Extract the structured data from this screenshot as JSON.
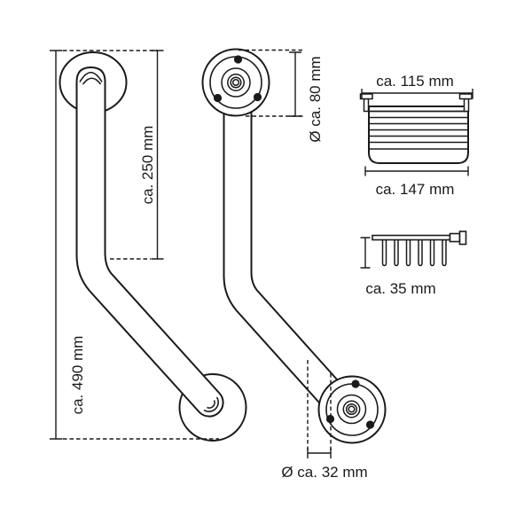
{
  "drawing": {
    "type": "technical-dimension-diagram",
    "subject": "angled grab bar with wire basket accessory",
    "colors": {
      "line": "#1a1a1a",
      "background": "#ffffff"
    },
    "labels": {
      "total_length": "ca. 490 mm",
      "upper_segment": "ca. 250 mm",
      "flange_diameter": "Ø ca. 80 mm",
      "basket_mount_width": "ca. 115 mm",
      "basket_width": "ca. 147 mm",
      "basket_depth": "ca. 35 mm",
      "tube_diameter": "Ø ca. 32 mm"
    }
  }
}
